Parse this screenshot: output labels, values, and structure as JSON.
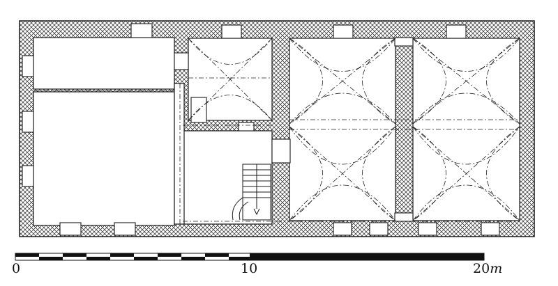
{
  "scale_bar": {
    "labels": [
      "0",
      "10",
      "20"
    ],
    "unit": "m"
  },
  "colors": {
    "ink": "#1a1a1a",
    "hatch": "#222222",
    "background": "#ffffff"
  }
}
